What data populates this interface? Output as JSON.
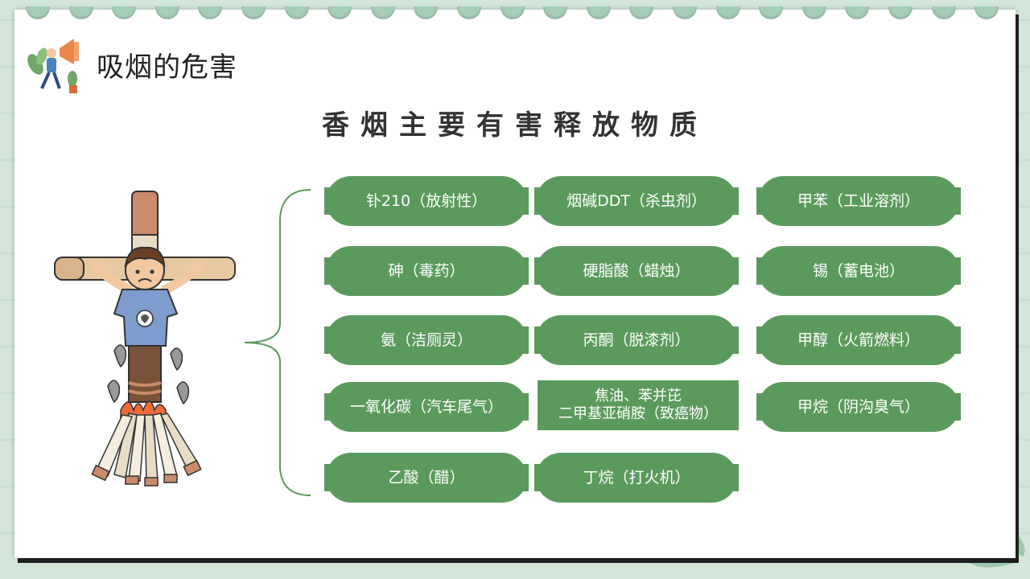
{
  "header": {
    "title": "吸烟的危害",
    "subtitle": "香烟主要有害释放物质"
  },
  "substances": [
    {
      "label": "钋210（放射性）"
    },
    {
      "label": "烟碱DDT（杀虫剂）"
    },
    {
      "label": "甲苯（工业溶剂）"
    },
    {
      "label": "砷（毒药）"
    },
    {
      "label": "硬脂酸（蜡烛）"
    },
    {
      "label": "锡（蓄电池）"
    },
    {
      "label": "氨（洁厕灵）"
    },
    {
      "label": "丙酮（脱漆剂）"
    },
    {
      "label": "甲醇（火箭燃料）"
    },
    {
      "label": "一氧化碳（汽车尾气）"
    },
    {
      "label": "焦油、苯并芘\n二甲基亚硝胺（致癌物）"
    },
    {
      "label": "甲烷（阴沟臭气）"
    },
    {
      "label": "乙酸（醋）"
    },
    {
      "label": "丁烷（打火机）"
    }
  ],
  "colors": {
    "pill": "#5b9a5d",
    "pill_text": "#ffffff",
    "brace": "#5b9a5d",
    "background": "#cfe3d6"
  }
}
